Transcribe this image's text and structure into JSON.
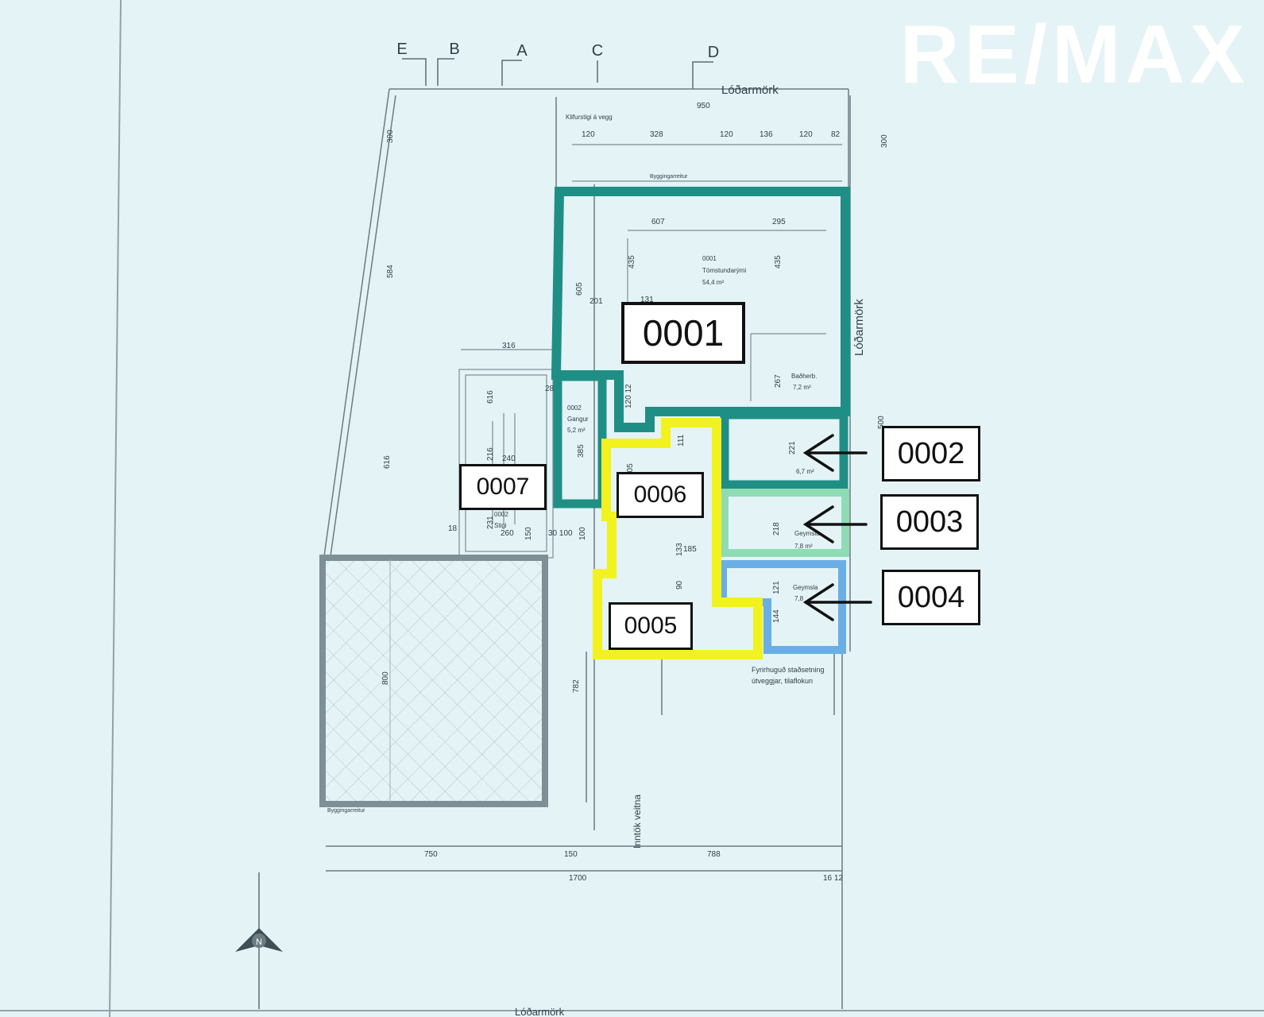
{
  "brand": "RE/MAX",
  "unit_labels": [
    "0001",
    "0002",
    "0003",
    "0004",
    "0005",
    "0006",
    "0007"
  ],
  "grid_letters": [
    "E",
    "B",
    "A",
    "C",
    "D"
  ],
  "plan_text": {
    "lodarmork_top": "Lóðarmörk",
    "lodarmork_side": "Lóðarmörk",
    "lodarmork_bottom": "Lóðarmörk",
    "klifurs": "Klifurstigi á vegg",
    "inntok": "Inntök veitna",
    "byggingarreitur_top": "Byggingarreitur",
    "byggingarreitur_bottom": "Byggingarreitur",
    "fyrirhugud": "Fyrirhuguð staðsetning",
    "fyrirhugud2": "útveggjar, tilaflokun",
    "room_0001": "0001",
    "room_0001_name": "Tómstundarými",
    "room_0001_area": "54,4 m²",
    "bathroom": "Baðherb.",
    "bathroom_area": "7,2 m²",
    "hall_code": "0002",
    "hall_name": "Gangur",
    "hall_area": "5,2 m²",
    "area_0002": "6,7 m²",
    "geymsla_0003": "Geymsla",
    "area_0003": "7,8 m²",
    "geymsla_0004": "Geymsla",
    "area_0004": "7,8",
    "stair_code": "0002",
    "stair_name": "Stigi"
  },
  "dimensions": {
    "d950": "950",
    "d120a": "120",
    "d328": "328",
    "d120b": "120",
    "d136": "136",
    "d120c": "120",
    "d82": "82",
    "d607": "607",
    "d295": "295",
    "d435a": "435",
    "d435b": "435",
    "d605": "605",
    "d201": "201",
    "d131": "131",
    "d316": "316",
    "d616a": "616",
    "d616b": "616",
    "d584": "584",
    "d300a": "300",
    "d300b": "300",
    "d800": "800",
    "d782a": "782",
    "d750": "750",
    "d150": "150",
    "d788": "788",
    "d1700": "1700",
    "d1612": "16 12",
    "d216": "216",
    "d240": "240",
    "d385": "385",
    "d221": "221",
    "d218": "218",
    "d267": "267",
    "d121": "121",
    "d144": "144",
    "d133": "133",
    "d185": "185",
    "d90": "90",
    "d231": "231",
    "d260": "260",
    "d150b": "150",
    "d30100": "30 100",
    "d18": "18",
    "d120_12": "120 12",
    "d205": "205",
    "d111": "111",
    "d28": "28",
    "d100": "100",
    "d500": "500"
  },
  "north_label": "N",
  "colors": {
    "unit_0001_0002": "#1f8f86",
    "unit_0003": "#8fdcb4",
    "unit_0004": "#6aaee6",
    "unit_0005_0006": "#f2f21e",
    "line": "#5a6e74",
    "background": "#e4f3f6"
  }
}
